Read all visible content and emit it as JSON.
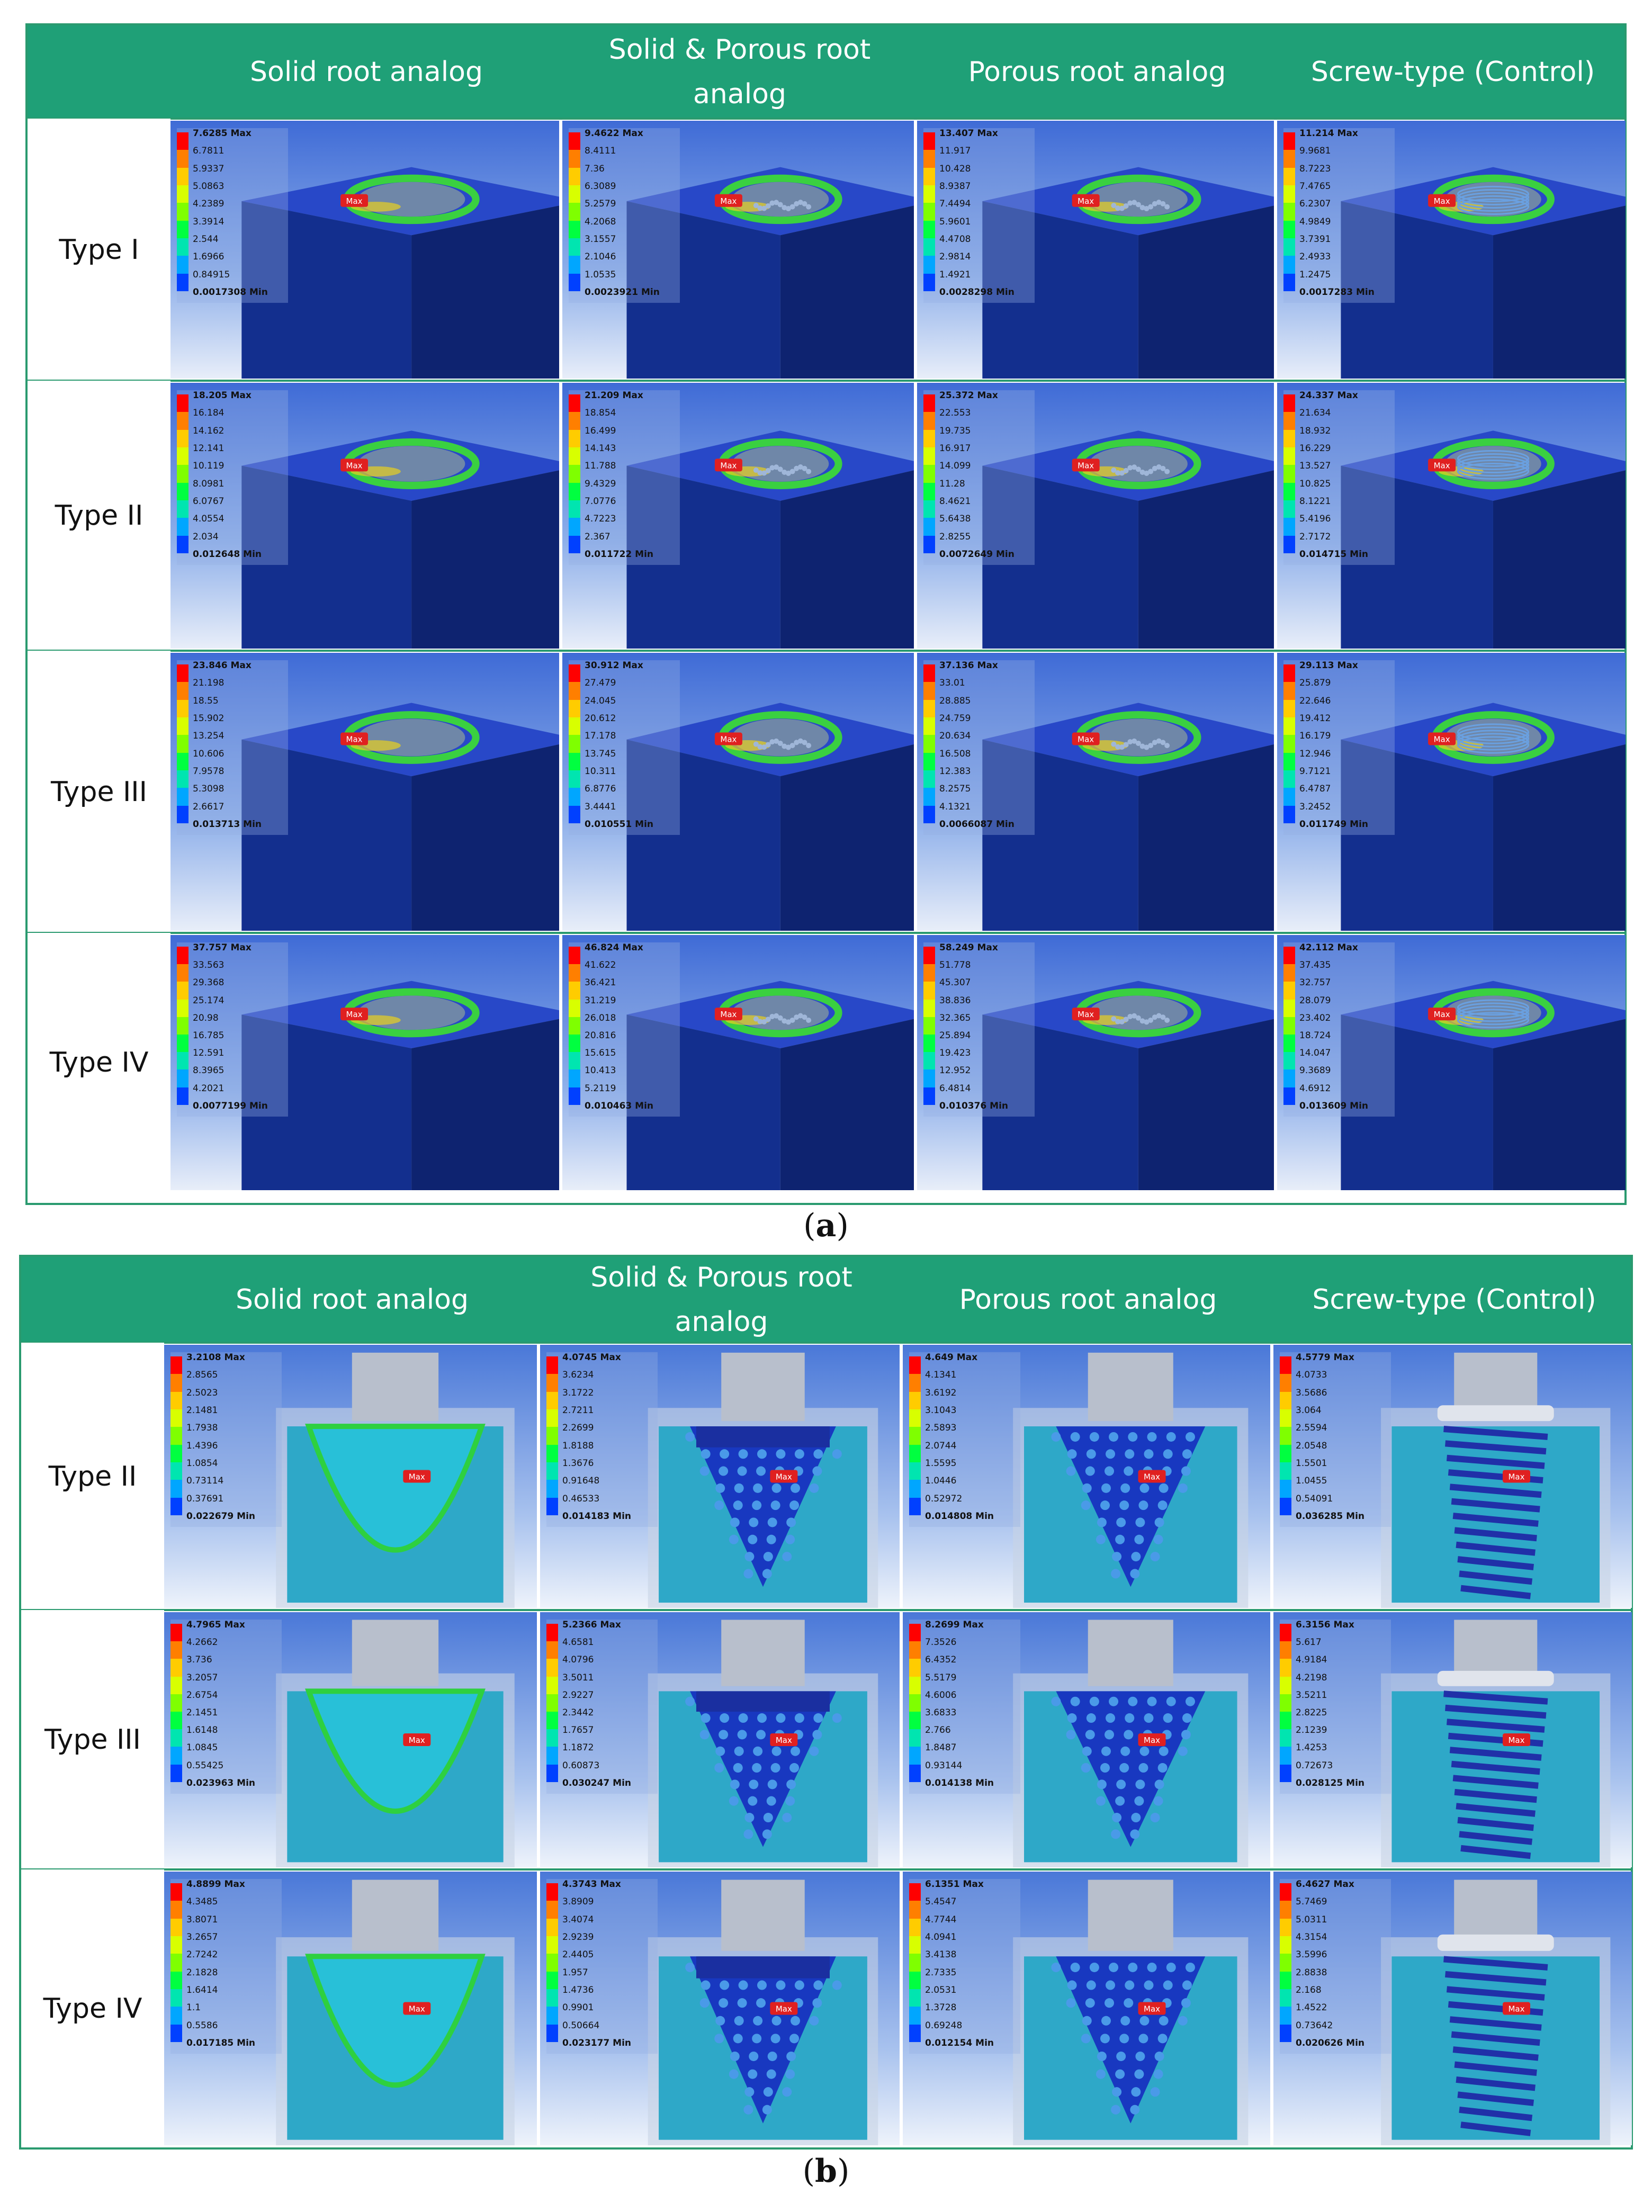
{
  "panels": [
    {
      "id": "a",
      "caption_open": "(",
      "caption_letter": "a",
      "caption_close": ")",
      "columns": [
        "Solid root analog",
        "Solid & Porous root analog",
        "Porous root analog",
        "Screw-type (Control)"
      ],
      "view": "top",
      "rows": [
        {
          "label": "Type I",
          "cells": [
            {
              "max": "7.6285 Max",
              "ticks": [
                "6.7811",
                "5.9337",
                "5.0863",
                "4.2389",
                "3.3914",
                "2.544",
                "1.6966",
                "0.84915"
              ],
              "min": "0.0017308 Min",
              "marker": "Max",
              "variant": "solid"
            },
            {
              "max": "9.4622 Max",
              "ticks": [
                "8.4111",
                "7.36",
                "6.3089",
                "5.2579",
                "4.2068",
                "3.1557",
                "2.1046",
                "1.0535"
              ],
              "min": "0.0023921 Min",
              "marker": "Max",
              "variant": "mixed"
            },
            {
              "max": "13.407 Max",
              "ticks": [
                "11.917",
                "10.428",
                "8.9387",
                "7.4494",
                "5.9601",
                "4.4708",
                "2.9814",
                "1.4921"
              ],
              "min": "0.0028298 Min",
              "marker": "Max",
              "variant": "porous"
            },
            {
              "max": "11.214 Max",
              "ticks": [
                "9.9681",
                "8.7223",
                "7.4765",
                "6.2307",
                "4.9849",
                "3.7391",
                "2.4933",
                "1.2475"
              ],
              "min": "0.0017283 Min",
              "marker": "Max",
              "variant": "screw"
            }
          ]
        },
        {
          "label": "Type II",
          "cells": [
            {
              "max": "18.205 Max",
              "ticks": [
                "16.184",
                "14.162",
                "12.141",
                "10.119",
                "8.0981",
                "6.0767",
                "4.0554",
                "2.034"
              ],
              "min": "0.012648 Min",
              "marker": "Max",
              "variant": "solid"
            },
            {
              "max": "21.209 Max",
              "ticks": [
                "18.854",
                "16.499",
                "14.143",
                "11.788",
                "9.4329",
                "7.0776",
                "4.7223",
                "2.367"
              ],
              "min": "0.011722 Min",
              "marker": "Max",
              "variant": "mixed"
            },
            {
              "max": "25.372 Max",
              "ticks": [
                "22.553",
                "19.735",
                "16.917",
                "14.099",
                "11.28",
                "8.4621",
                "5.6438",
                "2.8255"
              ],
              "min": "0.0072649 Min",
              "marker": "Max",
              "variant": "porous"
            },
            {
              "max": "24.337 Max",
              "ticks": [
                "21.634",
                "18.932",
                "16.229",
                "13.527",
                "10.825",
                "8.1221",
                "5.4196",
                "2.7172"
              ],
              "min": "0.014715 Min",
              "marker": "Max",
              "variant": "screw"
            }
          ]
        },
        {
          "label": "Type III",
          "cells": [
            {
              "max": "23.846 Max",
              "ticks": [
                "21.198",
                "18.55",
                "15.902",
                "13.254",
                "10.606",
                "7.9578",
                "5.3098",
                "2.6617"
              ],
              "min": "0.013713 Min",
              "marker": "Max",
              "variant": "solid"
            },
            {
              "max": "30.912 Max",
              "ticks": [
                "27.479",
                "24.045",
                "20.612",
                "17.178",
                "13.745",
                "10.311",
                "6.8776",
                "3.4441"
              ],
              "min": "0.010551 Min",
              "marker": "Max",
              "variant": "mixed"
            },
            {
              "max": "37.136 Max",
              "ticks": [
                "33.01",
                "28.885",
                "24.759",
                "20.634",
                "16.508",
                "12.383",
                "8.2575",
                "4.1321"
              ],
              "min": "0.0066087 Min",
              "marker": "Max",
              "variant": "porous"
            },
            {
              "max": "29.113 Max",
              "ticks": [
                "25.879",
                "22.646",
                "19.412",
                "16.179",
                "12.946",
                "9.7121",
                "6.4787",
                "3.2452"
              ],
              "min": "0.011749 Min",
              "marker": "Max",
              "variant": "screw"
            }
          ]
        },
        {
          "label": "Type IV",
          "cells": [
            {
              "max": "37.757 Max",
              "ticks": [
                "33.563",
                "29.368",
                "25.174",
                "20.98",
                "16.785",
                "12.591",
                "8.3965",
                "4.2021"
              ],
              "min": "0.0077199 Min",
              "marker": "Max",
              "variant": "solid"
            },
            {
              "max": "46.824 Max",
              "ticks": [
                "41.622",
                "36.421",
                "31.219",
                "26.018",
                "20.816",
                "15.615",
                "10.413",
                "5.2119"
              ],
              "min": "0.010463 Min",
              "marker": "Max",
              "variant": "mixed"
            },
            {
              "max": "58.249 Max",
              "ticks": [
                "51.778",
                "45.307",
                "38.836",
                "32.365",
                "25.894",
                "19.423",
                "12.952",
                "6.4814"
              ],
              "min": "0.010376 Min",
              "marker": "Max",
              "variant": "porous"
            },
            {
              "max": "42.112 Max",
              "ticks": [
                "37.435",
                "32.757",
                "28.079",
                "23.402",
                "18.724",
                "14.047",
                "9.3689",
                "4.6912"
              ],
              "min": "0.013609 Min",
              "marker": "Max",
              "variant": "screw"
            }
          ]
        }
      ]
    },
    {
      "id": "b",
      "caption_open": "(",
      "caption_letter": "b",
      "caption_close": ")",
      "columns": [
        "Solid root analog",
        "Solid & Porous root analog",
        "Porous root analog",
        "Screw-type (Control)"
      ],
      "view": "section",
      "rows": [
        {
          "label": "Type II",
          "cells": [
            {
              "max": "3.2108 Max",
              "ticks": [
                "2.8565",
                "2.5023",
                "2.1481",
                "1.7938",
                "1.4396",
                "1.0854",
                "0.73114",
                "0.37691"
              ],
              "min": "0.022679 Min",
              "marker": "Max",
              "variant": "solid"
            },
            {
              "max": "4.0745 Max",
              "ticks": [
                "3.6234",
                "3.1722",
                "2.7211",
                "2.2699",
                "1.8188",
                "1.3676",
                "0.91648",
                "0.46533"
              ],
              "min": "0.014183 Min",
              "marker": "Max",
              "variant": "mixed"
            },
            {
              "max": "4.649 Max",
              "ticks": [
                "4.1341",
                "3.6192",
                "3.1043",
                "2.5893",
                "2.0744",
                "1.5595",
                "1.0446",
                "0.52972"
              ],
              "min": "0.014808 Min",
              "marker": "Max",
              "variant": "porous"
            },
            {
              "max": "4.5779 Max",
              "ticks": [
                "4.0733",
                "3.5686",
                "3.064",
                "2.5594",
                "2.0548",
                "1.5501",
                "1.0455",
                "0.54091"
              ],
              "min": "0.036285 Min",
              "marker": "Max",
              "variant": "screw"
            }
          ]
        },
        {
          "label": "Type III",
          "cells": [
            {
              "max": "4.7965 Max",
              "ticks": [
                "4.2662",
                "3.736",
                "3.2057",
                "2.6754",
                "2.1451",
                "1.6148",
                "1.0845",
                "0.55425"
              ],
              "min": "0.023963 Min",
              "marker": "Max",
              "variant": "solid"
            },
            {
              "max": "5.2366 Max",
              "ticks": [
                "4.6581",
                "4.0796",
                "3.5011",
                "2.9227",
                "2.3442",
                "1.7657",
                "1.1872",
                "0.60873"
              ],
              "min": "0.030247 Min",
              "marker": "Max",
              "variant": "mixed"
            },
            {
              "max": "8.2699 Max",
              "ticks": [
                "7.3526",
                "6.4352",
                "5.5179",
                "4.6006",
                "3.6833",
                "2.766",
                "1.8487",
                "0.93144"
              ],
              "min": "0.014138 Min",
              "marker": "Max",
              "variant": "porous"
            },
            {
              "max": "6.3156 Max",
              "ticks": [
                "5.617",
                "4.9184",
                "4.2198",
                "3.5211",
                "2.8225",
                "2.1239",
                "1.4253",
                "0.72673"
              ],
              "min": "0.028125 Min",
              "marker": "Max",
              "variant": "screw"
            }
          ]
        },
        {
          "label": "Type IV",
          "cells": [
            {
              "max": "4.8899 Max",
              "ticks": [
                "4.3485",
                "3.8071",
                "3.2657",
                "2.7242",
                "2.1828",
                "1.6414",
                "1.1",
                "0.5586"
              ],
              "min": "0.017185 Min",
              "marker": "Max",
              "variant": "solid"
            },
            {
              "max": "4.3743 Max",
              "ticks": [
                "3.8909",
                "3.4074",
                "2.9239",
                "2.4405",
                "1.957",
                "1.4736",
                "0.9901",
                "0.50664"
              ],
              "min": "0.023177 Min",
              "marker": "Max",
              "variant": "mixed"
            },
            {
              "max": "6.1351 Max",
              "ticks": [
                "5.4547",
                "4.7744",
                "4.0941",
                "3.4138",
                "2.7335",
                "2.0531",
                "1.3728",
                "0.69248"
              ],
              "min": "0.012154 Min",
              "marker": "Max",
              "variant": "porous"
            },
            {
              "max": "6.4627 Max",
              "ticks": [
                "5.7469",
                "5.0311",
                "4.3154",
                "3.5996",
                "2.8838",
                "2.168",
                "1.4522",
                "0.73642"
              ],
              "min": "0.020626 Min",
              "marker": "Max",
              "variant": "screw"
            }
          ]
        }
      ]
    }
  ],
  "legend_colors": [
    "#ff0000",
    "#ff7f00",
    "#ffcc00",
    "#d8ff00",
    "#7fff00",
    "#00ff40",
    "#00e5b0",
    "#00a6ff",
    "#0040ff"
  ],
  "colors": {
    "header": "#1fa077",
    "border": "#2a9a6f",
    "deep_blue": "#0a2aa0",
    "mid_blue": "#1a5fd0",
    "cyan": "#38c8e8",
    "green": "#3ad040",
    "red": "#e02020"
  }
}
